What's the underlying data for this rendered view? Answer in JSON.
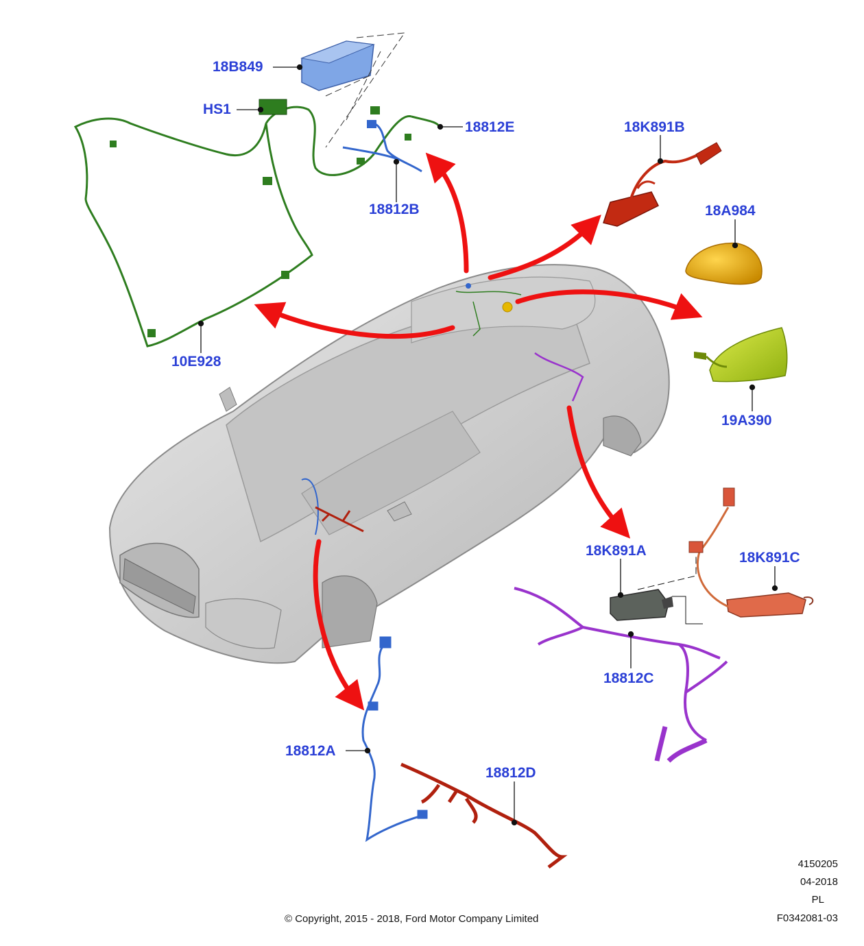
{
  "parts": [
    {
      "id": "18B849"
    },
    {
      "id": "HS1"
    },
    {
      "id": "18812E"
    },
    {
      "id": "18812B"
    },
    {
      "id": "10E928"
    },
    {
      "id": "18K891B"
    },
    {
      "id": "18A984"
    },
    {
      "id": "19A390"
    },
    {
      "id": "18K891A"
    },
    {
      "id": "18K891C"
    },
    {
      "id": "18812C"
    },
    {
      "id": "18812A"
    },
    {
      "id": "18812D"
    }
  ],
  "colors": {
    "label": "#2a3fd6",
    "arrow": "#ee1111",
    "harness_green": "#2e7d1f",
    "harness_blue": "#3366cc",
    "harness_red": "#b0200e",
    "harness_purple": "#9933cc",
    "module_blue": "#7fa6e6",
    "antenna_yellow": "#e6b800",
    "antenna_lime": "#b8d21e",
    "car_body": "#d2d2d2"
  },
  "meta": {
    "drawing_number": "4150205",
    "date": "04-2018",
    "language": "PL",
    "figure_id": "F0342081-03",
    "copyright": "© Copyright, 2015 - 2018, Ford Motor Company Limited"
  }
}
